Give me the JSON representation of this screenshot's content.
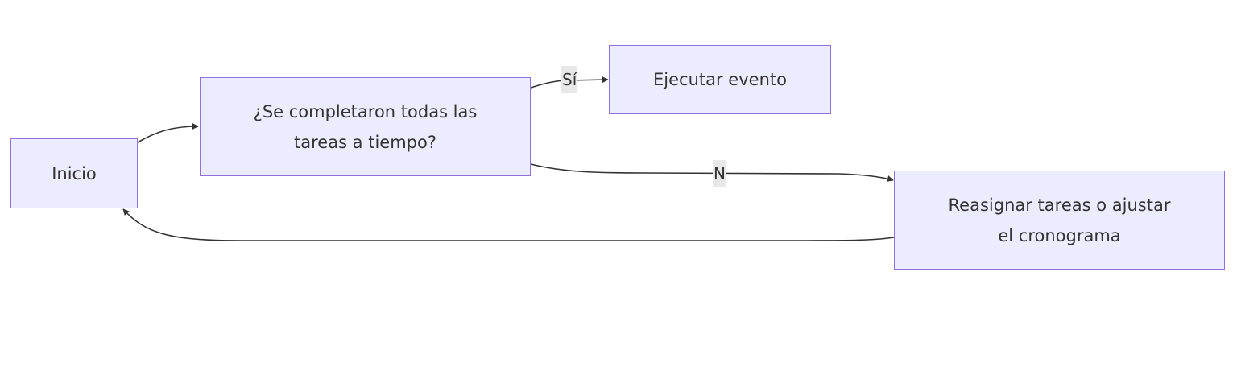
{
  "diagram": {
    "type": "flowchart",
    "direction": "LR",
    "colors": {
      "node_fill": "#ececff",
      "node_border": "#9370db",
      "text": "#333333",
      "edge": "#333333",
      "edge_label_bg": "#e8e8e8"
    },
    "nodes": {
      "inicio": {
        "label": "Inicio"
      },
      "decision": {
        "label": "¿Se completaron todas las\ntareas a tiempo?"
      },
      "ejecutar": {
        "label": "Ejecutar evento"
      },
      "reasignar": {
        "label": "Reasignar tareas o ajustar\nel cronograma"
      }
    },
    "edges": [
      {
        "from": "Inicio",
        "to": "¿Se completaron todas las tareas a tiempo?",
        "label": ""
      },
      {
        "from": "¿Se completaron todas las tareas a tiempo?",
        "to": "Ejecutar evento",
        "label": "Sí"
      },
      {
        "from": "¿Se completaron todas las tareas a tiempo?",
        "to": "Reasignar tareas o ajustar el cronograma",
        "label": "N"
      },
      {
        "from": "Reasignar tareas o ajustar el cronograma",
        "to": "Inicio",
        "label": ""
      }
    ],
    "edge_labels": {
      "yes": "Sí",
      "no": "N"
    }
  }
}
